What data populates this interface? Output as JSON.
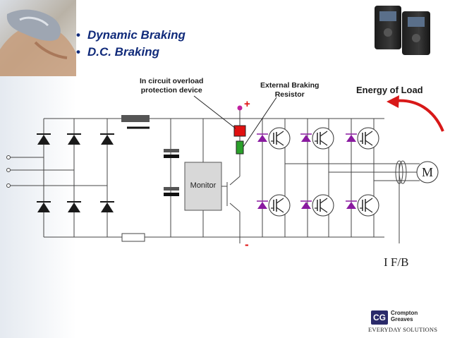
{
  "bullets": [
    {
      "text": "Dynamic Braking"
    },
    {
      "text": "D.C. Braking"
    }
  ],
  "labels": {
    "overload_line1": "In circuit overload",
    "overload_line2": "protection device",
    "resistor_line1": "External Braking",
    "resistor_line2": "Resistor",
    "energy": "Energy of Load",
    "monitor": "Monitor",
    "motor": "M",
    "feedback": "I F/B",
    "plus": "+",
    "minus": "-"
  },
  "logo": {
    "mark": "CG",
    "name_line1": "Crompton",
    "name_line2": "Greaves",
    "tagline": "EVERYDAY SOLUTIONS"
  },
  "colors": {
    "bullet_text": "#102a7a",
    "overload_device": "#e01010",
    "braking_resistor": "#2aa02a",
    "positive_terminal": "#c020a0",
    "arrow": "#d81818",
    "diode": "#1a1a1a",
    "freewheel_diode": "#8a1aa0"
  }
}
